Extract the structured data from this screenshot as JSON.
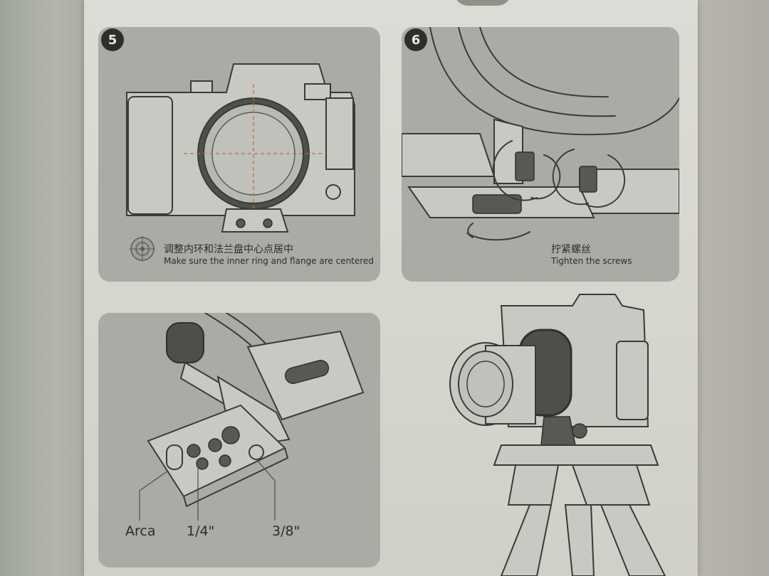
{
  "steps": [
    {
      "number": "5",
      "caption_cn": "调整内环和法兰盘中心点居中",
      "caption_en": "Make sure the inner ring and flange are centered"
    },
    {
      "number": "6",
      "caption_cn": "拧紧螺丝",
      "caption_en": "Tighten the screws"
    }
  ],
  "callouts": {
    "arca": "Arca",
    "quarter": "1/4\"",
    "three_eighths": "3/8\""
  },
  "colors": {
    "panel": "#a9aca5",
    "paper": "#d8d8d2",
    "badge": "#2d2f2c",
    "center_guides": "#c46b4e"
  }
}
